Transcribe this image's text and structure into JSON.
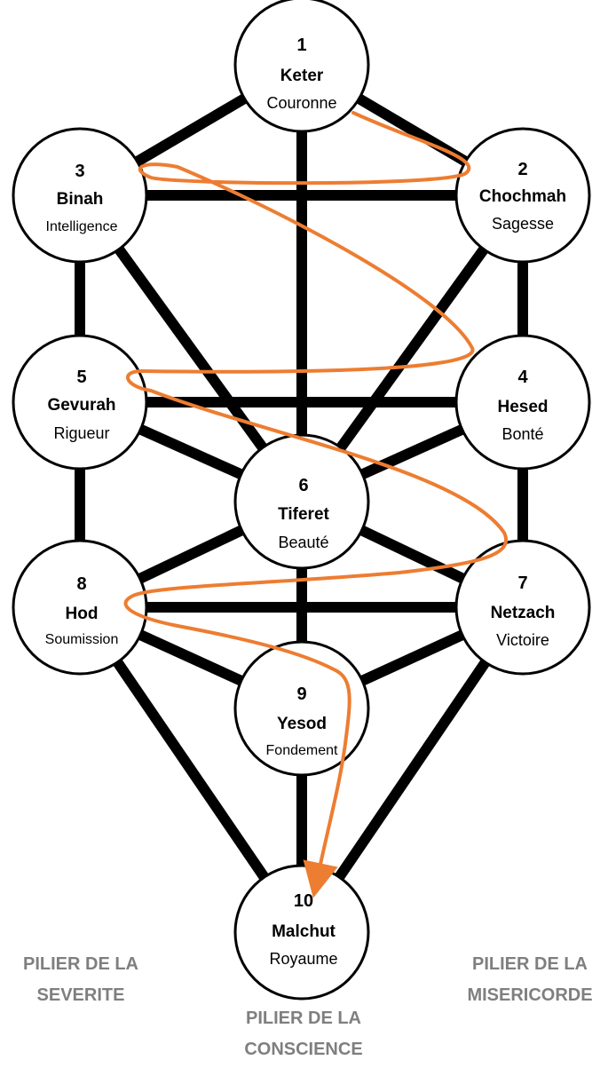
{
  "colors": {
    "lightning": "#ed7d31",
    "paths": "#000000",
    "pillar_text": "#7f7f7f"
  },
  "sefirot": [
    {
      "number": "1",
      "name": "Keter",
      "meaning": "Couronne"
    },
    {
      "number": "2",
      "name": "Chochmah",
      "meaning": "Sagesse"
    },
    {
      "number": "3",
      "name": "Binah",
      "meaning": "Intelligence"
    },
    {
      "number": "4",
      "name": "Hesed",
      "meaning": "Bonté"
    },
    {
      "number": "5",
      "name": "Gevurah",
      "meaning": "Rigueur"
    },
    {
      "number": "6",
      "name": "Tiferet",
      "meaning": "Beauté"
    },
    {
      "number": "7",
      "name": "Netzach",
      "meaning": "Victoire"
    },
    {
      "number": "8",
      "name": "Hod",
      "meaning": "Soumission"
    },
    {
      "number": "9",
      "name": "Yesod",
      "meaning": "Fondement"
    },
    {
      "number": "10",
      "name": "Malchut",
      "meaning": "Royaume"
    }
  ],
  "pillars": {
    "left": {
      "line1": "PILIER DE LA",
      "line2": "SEVERITE"
    },
    "center": {
      "line1": "PILIER DE LA",
      "line2": "CONSCIENCE"
    },
    "right": {
      "line1": "PILIER DE LA",
      "line2": "MISERICORDE"
    }
  }
}
